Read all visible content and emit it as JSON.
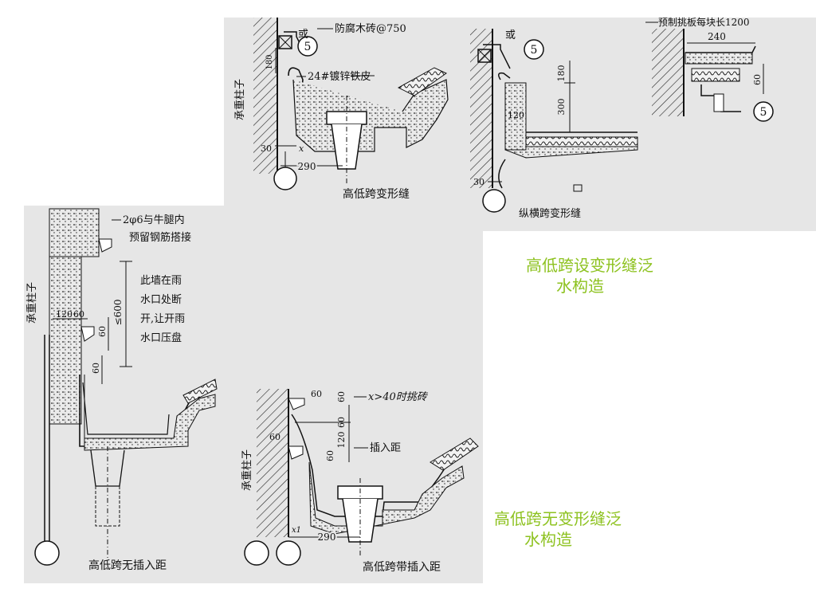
{
  "top_left": {
    "label_brick": "防腐木砖@750",
    "label_or": "或",
    "circle_5": "5",
    "label_sheet": "24#镀锌铁皮",
    "column_label": "承重柱子",
    "dim_180": "180",
    "dim_30": "30",
    "dim_x": "x",
    "dim_290": "290",
    "caption": "高低跨变形缝"
  },
  "top_mid": {
    "label_or": "或",
    "circle_5": "5",
    "dim_180": "180",
    "dim_300": "300",
    "dim_120": "120",
    "dim_30": "30",
    "caption": "纵横跨变形缝"
  },
  "top_right": {
    "label_slab": "预制挑板每块长1200",
    "dim_240": "240",
    "dim_60": "60",
    "circle_5": "5"
  },
  "bottom_left": {
    "label_rebar_1": "2φ6与牛腿内",
    "label_rebar_2": "预留钢筋搭接",
    "column_label": "承重柱子",
    "note_1": "此墙在雨",
    "note_2": "水口处断",
    "note_3": "开,让开雨",
    "note_4": "水口压盘",
    "dim_600": "≤600",
    "dim_120": "120",
    "dim_60a": "60",
    "dim_60b": "60",
    "dim_60c": "60",
    "caption": "高低跨无插入距"
  },
  "bottom_mid": {
    "column_label": "承重柱子",
    "dim_60a": "60",
    "dim_60b": "60",
    "dim_60c": "60",
    "dim_60d": "60",
    "dim_120": "120",
    "dim_60e": "60",
    "label_brick": "x>40时挑砖",
    "label_insert": "插入距",
    "dim_x1": "x1",
    "dim_290": "290",
    "caption": "高低跨带插入距"
  },
  "captions": {
    "with_joint_1": "高低跨设变形缝泛",
    "with_joint_2": "水构造",
    "without_joint_1": "高低跨无变形缝泛",
    "without_joint_2": "水构造"
  }
}
